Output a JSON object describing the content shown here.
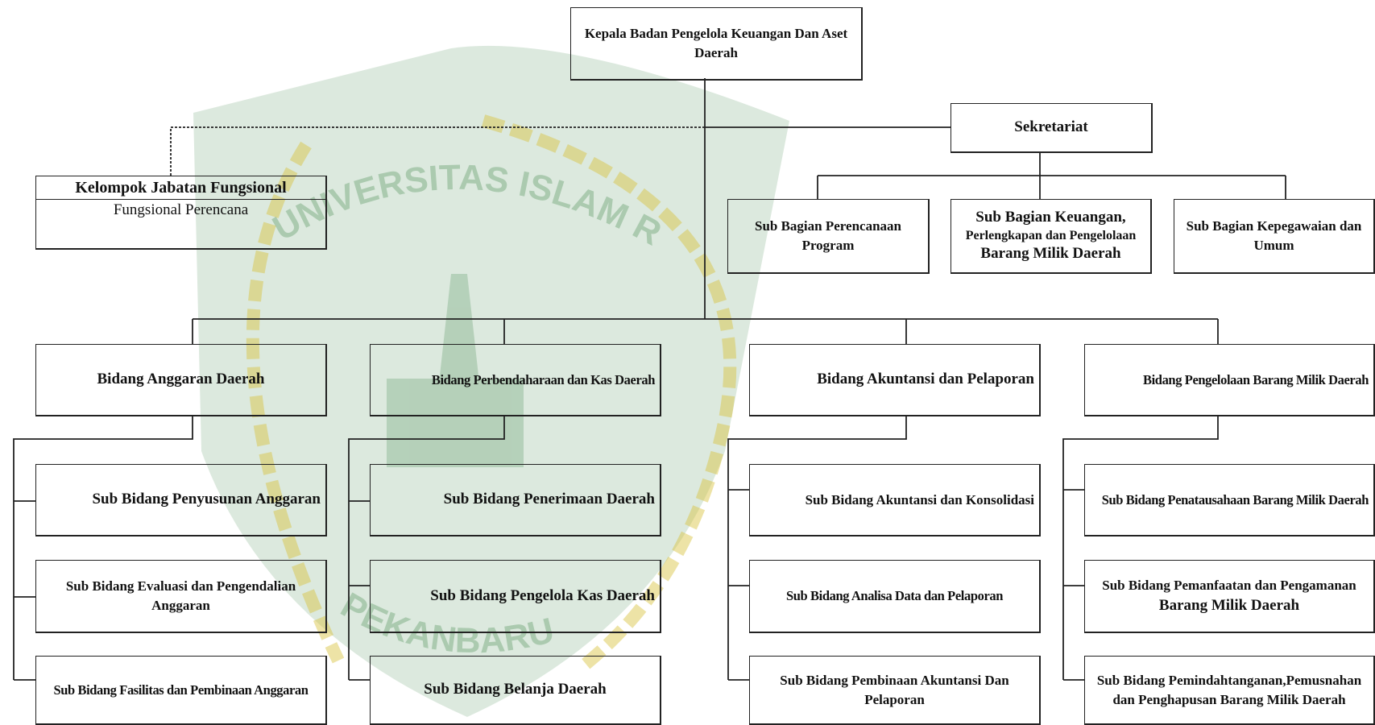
{
  "diagram": {
    "head": {
      "line1": "Kepala Badan Pengelola Keuangan Dan Aset",
      "line2": "Daerah"
    },
    "sekretariat": "Sekretariat",
    "fungsional": {
      "title": "Kelompok Jabatan Fungsional",
      "item": "Fungsional Perencana"
    },
    "sub_bagian": [
      {
        "line1": "Sub Bagian Perencanaan",
        "line2": "Program"
      },
      {
        "line1": "Sub Bagian Keuangan,",
        "line2": "Perlengkapan dan Pengelolaan",
        "line3": "Barang Milik Daerah"
      },
      {
        "line1": "Sub Bagian Kepegawaian dan",
        "line2": "Umum"
      }
    ],
    "bidang": [
      {
        "name": "Bidang Anggaran Daerah",
        "subs": [
          {
            "line1": "Sub Bidang Penyusunan Anggaran"
          },
          {
            "line1": "Sub Bidang Evaluasi dan Pengendalian",
            "line2": "Anggaran"
          },
          {
            "line1": "Sub Bidang Fasilitas dan Pembinaan Anggaran"
          }
        ]
      },
      {
        "name": "Bidang Perbendaharaan dan Kas Daerah",
        "subs": [
          {
            "line1": "Sub Bidang Penerimaan Daerah"
          },
          {
            "line1": "Sub Bidang Pengelola Kas Daerah"
          },
          {
            "line1": "Sub Bidang Belanja Daerah"
          }
        ]
      },
      {
        "name": "Bidang Akuntansi dan Pelaporan",
        "subs": [
          {
            "line1": "Sub Bidang Akuntansi dan Konsolidasi"
          },
          {
            "line1": "Sub Bidang Analisa Data dan Pelaporan"
          },
          {
            "line1": "Sub Bidang Pembinaan Akuntansi Dan",
            "line2": "Pelaporan"
          }
        ]
      },
      {
        "name": "Bidang Pengelolaan Barang Milik Daerah",
        "subs": [
          {
            "line1": "Sub Bidang Penatausahaan Barang Milik Daerah"
          },
          {
            "line1": "Sub Bidang Pemanfaatan dan Pengamanan",
            "line2": "Barang Milik Daerah"
          },
          {
            "line1": "Sub Bidang Pemindahtanganan,Pemusnahan",
            "line2": "dan Penghapusan Barang Milik Daerah"
          }
        ]
      }
    ]
  },
  "watermark": {
    "top_text": "UNIVERSITAS ISLAM RIAU",
    "bottom_text": "PEKANBARU",
    "green": "#2f7d3a",
    "gold": "#d8c23a"
  }
}
